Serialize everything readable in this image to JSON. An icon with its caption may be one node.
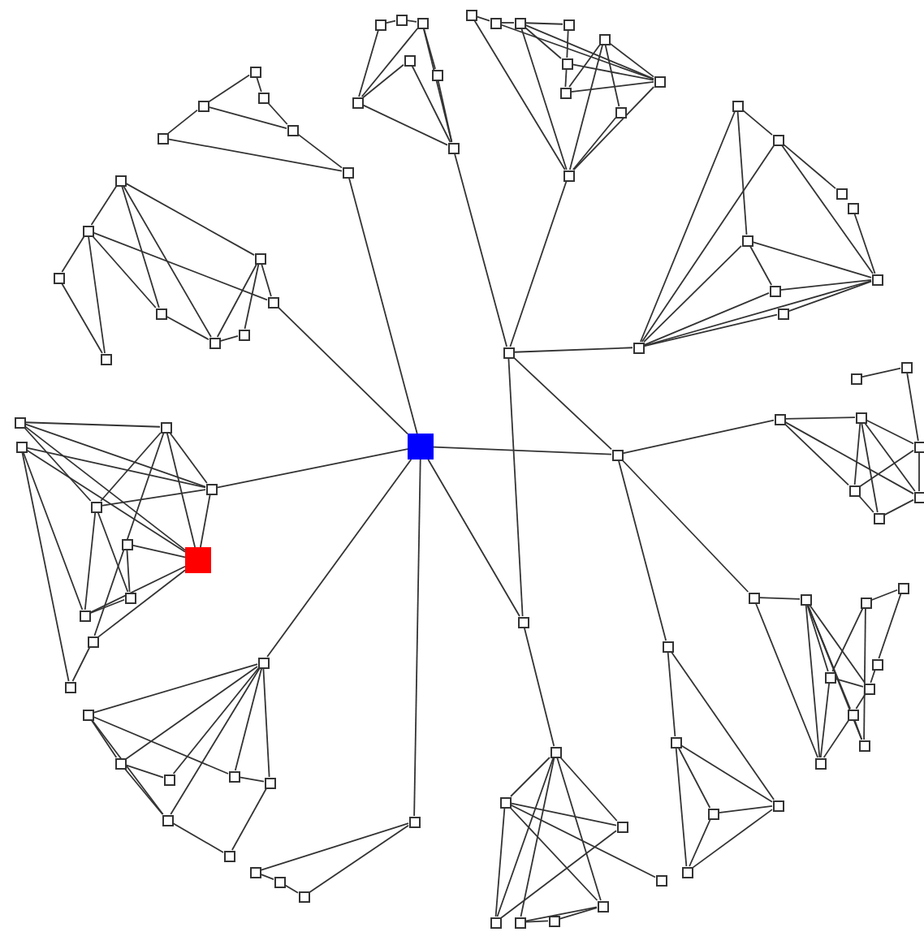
{
  "diagram": {
    "nodes": [
      {
        "text": [],
        "shape": "box"
      },
      {
        "text": [],
        "shape": "box"
      },
      {
        "text": [],
        "shape": "box"
      },
      {
        "text": [],
        "shape": "box"
      },
      {
        "text": [],
        "shape": "box"
      },
      {
        "text": [],
        "shape": "box"
      },
      {
        "text": [],
        "shape": "box"
      },
      {
        "text": [],
        "shape": "box"
      },
      {
        "text": [],
        "shape": "box"
      },
      {
        "text": [],
        "shape": "box"
      },
      {
        "text": [],
        "shape": "box"
      },
      {
        "text": [],
        "shape": "box"
      },
      {
        "text": [],
        "shape": "box"
      },
      {
        "text": [],
        "shape": "box"
      },
      {
        "text": [],
        "shape": "box"
      },
      {
        "text": [],
        "shape": "box"
      },
      {
        "text": [],
        "shape": "box"
      },
      {
        "text": [],
        "shape": "box"
      },
      {
        "text": [],
        "shape": "box"
      },
      {
        "text": [],
        "shape": "box"
      },
      {
        "text": [],
        "shape": "box"
      },
      {
        "text": [],
        "shape": "box"
      },
      {
        "text": [],
        "shape": "box"
      },
      {
        "text": [],
        "shape": "box"
      },
      {
        "text": [],
        "shape": "box"
      },
      {
        "text": [],
        "shape": "box"
      },
      {
        "text": [],
        "shape": "box"
      },
      {
        "text": [],
        "shape": "box"
      },
      {
        "text": [],
        "shape": "box"
      },
      {
        "text": [],
        "shape": "box"
      },
      {
        "text": [],
        "shape": "box"
      },
      {
        "text": [],
        "shape": "box"
      },
      {
        "text": [],
        "shape": "box"
      },
      {
        "text": [],
        "shape": "box"
      },
      {
        "text": [],
        "shape": "box"
      },
      {
        "text": [],
        "shape": "box"
      },
      {
        "text": [],
        "shape": "box"
      },
      {
        "text": [],
        "shape": "box"
      },
      {
        "text": [],
        "shape": "box"
      },
      {
        "text": [],
        "shape": "box"
      },
      {
        "text": [],
        "shape": "box"
      },
      {
        "text": [],
        "shape": "box"
      },
      {
        "text": [],
        "shape": "box"
      },
      {
        "text": [],
        "shape": "box"
      },
      {
        "text": [],
        "shape": "box"
      },
      {
        "text": [],
        "shape": "box"
      },
      {
        "text": [],
        "shape": "box"
      },
      {
        "text": [],
        "shape": "box"
      },
      {
        "text": [],
        "shape": "box"
      },
      {
        "text": [],
        "shape": "box"
      },
      {
        "text": [],
        "shape": "box"
      },
      {
        "text": [],
        "shape": "box"
      },
      {
        "text": [],
        "shape": "box"
      },
      {
        "text": [],
        "shape": "box"
      },
      {
        "text": [],
        "shape": "box"
      },
      {
        "text": [],
        "shape": "box"
      },
      {
        "text": [],
        "shape": "box"
      },
      {
        "text": [],
        "shape": "box"
      },
      {
        "text": [],
        "shape": "box"
      },
      {
        "text": [],
        "shape": "box"
      },
      {
        "text": [],
        "shape": "box"
      },
      {
        "text": [],
        "shape": "box"
      },
      {
        "text": [],
        "shape": "box"
      },
      {
        "text": [],
        "shape": "box"
      },
      {
        "text": [],
        "shape": "box"
      },
      {
        "text": [],
        "shape": "box"
      },
      {
        "text": [],
        "shape": "box"
      },
      {
        "text": [],
        "shape": "box"
      },
      {
        "text": [],
        "shape": "box"
      },
      {
        "text": [],
        "shape": "box"
      },
      {
        "text": [],
        "shape": "box"
      },
      {
        "text": [],
        "shape": "box"
      },
      {
        "text": [],
        "shape": "box"
      },
      {
        "text": [],
        "shape": "box"
      },
      {
        "text": [],
        "shape": "box"
      },
      {
        "text": [],
        "shape": "box"
      },
      {
        "text": [],
        "shape": "box"
      },
      {
        "text": [],
        "shape": "box"
      },
      {
        "text": [],
        "shape": "box"
      },
      {
        "text": [],
        "shape": "box"
      },
      {
        "text": [],
        "shape": "box"
      },
      {
        "text": [],
        "shape": "box"
      },
      {
        "text": [],
        "shape": "box"
      },
      {
        "text": [],
        "shape": "box"
      },
      {
        "text": [],
        "shape": "box"
      },
      {
        "text": [],
        "shape": "box"
      },
      {
        "text": [],
        "shape": "box"
      },
      {
        "text": [],
        "shape": "box"
      },
      {
        "text": [],
        "shape": "box"
      },
      {
        "text": [],
        "shape": "box"
      },
      {
        "text": [],
        "shape": "box"
      },
      {
        "text": [],
        "shape": "box"
      },
      {
        "text": [],
        "shape": "box"
      },
      {
        "text": [],
        "shape": "box"
      },
      {
        "text": [],
        "shape": "box"
      },
      {
        "text": [],
        "shape": "box"
      },
      {
        "text": [],
        "shape": "box"
      },
      {
        "text": [],
        "shape": "box"
      },
      {
        "text": [],
        "shape": "box"
      }
    ],
    "edges": [
      {
        "from": 0,
        "to": 2,
        "arrow": "none"
      },
      {
        "from": 0,
        "to": 1,
        "arrow": "none"
      },
      {
        "from": 1,
        "to": 4,
        "arrow": "none"
      },
      {
        "from": 4,
        "to": 5,
        "arrow": "none"
      },
      {
        "from": 2,
        "to": 3,
        "arrow": "none"
      },
      {
        "from": 2,
        "to": 4,
        "arrow": "none"
      },
      {
        "from": 3,
        "to": 5,
        "arrow": "none"
      },
      {
        "from": 5,
        "to": 50,
        "arrow": "none"
      },
      {
        "from": 11,
        "to": 6,
        "arrow": "none"
      },
      {
        "from": 11,
        "to": 8,
        "arrow": "none"
      },
      {
        "from": 11,
        "to": 9,
        "arrow": "none"
      },
      {
        "from": 11,
        "to": 12,
        "arrow": "none"
      },
      {
        "from": 6,
        "to": 7,
        "arrow": "none"
      },
      {
        "from": 7,
        "to": 8,
        "arrow": "none"
      },
      {
        "from": 8,
        "to": 10,
        "arrow": "none"
      },
      {
        "from": 8,
        "to": 12,
        "arrow": "none"
      },
      {
        "from": 9,
        "to": 12,
        "arrow": "none"
      },
      {
        "from": 10,
        "to": 12,
        "arrow": "none"
      },
      {
        "from": 12,
        "to": 23,
        "arrow": "none"
      },
      {
        "from": 13,
        "to": 14,
        "arrow": "none"
      },
      {
        "from": 13,
        "to": 22,
        "arrow": "none"
      },
      {
        "from": 14,
        "to": 15,
        "arrow": "none"
      },
      {
        "from": 15,
        "to": 16,
        "arrow": "none"
      },
      {
        "from": 15,
        "to": 20,
        "arrow": "none"
      },
      {
        "from": 15,
        "to": 22,
        "arrow": "none"
      },
      {
        "from": 16,
        "to": 18,
        "arrow": "none"
      },
      {
        "from": 15,
        "to": 18,
        "arrow": "none"
      },
      {
        "from": 17,
        "to": 20,
        "arrow": "none"
      },
      {
        "from": 17,
        "to": 21,
        "arrow": "none"
      },
      {
        "from": 17,
        "to": 22,
        "arrow": "none"
      },
      {
        "from": 18,
        "to": 20,
        "arrow": "none"
      },
      {
        "from": 18,
        "to": 19,
        "arrow": "none"
      },
      {
        "from": 19,
        "to": 20,
        "arrow": "none"
      },
      {
        "from": 19,
        "to": 17,
        "arrow": "none"
      },
      {
        "from": 22,
        "to": 20,
        "arrow": "none"
      },
      {
        "from": 22,
        "to": 21,
        "arrow": "none"
      },
      {
        "from": 14,
        "to": 20,
        "arrow": "none"
      },
      {
        "from": 22,
        "to": 23,
        "arrow": "none"
      },
      {
        "from": 23,
        "to": 32,
        "arrow": "none"
      },
      {
        "from": 23,
        "to": 51,
        "arrow": "none"
      },
      {
        "from": 23,
        "to": 63,
        "arrow": "none"
      },
      {
        "from": 24,
        "to": 25,
        "arrow": "none"
      },
      {
        "from": 24,
        "to": 28,
        "arrow": "none"
      },
      {
        "from": 24,
        "to": 32,
        "arrow": "none"
      },
      {
        "from": 25,
        "to": 29,
        "arrow": "none"
      },
      {
        "from": 25,
        "to": 26,
        "arrow": "none"
      },
      {
        "from": 25,
        "to": 32,
        "arrow": "none"
      },
      {
        "from": 27,
        "to": 29,
        "arrow": "none"
      },
      {
        "from": 28,
        "to": 29,
        "arrow": "none"
      },
      {
        "from": 28,
        "to": 30,
        "arrow": "none"
      },
      {
        "from": 28,
        "to": 32,
        "arrow": "none"
      },
      {
        "from": 29,
        "to": 30,
        "arrow": "none"
      },
      {
        "from": 29,
        "to": 31,
        "arrow": "none"
      },
      {
        "from": 29,
        "to": 32,
        "arrow": "none"
      },
      {
        "from": 31,
        "to": 32,
        "arrow": "none"
      },
      {
        "from": 30,
        "to": 32,
        "arrow": "none"
      },
      {
        "from": 33,
        "to": 34,
        "arrow": "none"
      },
      {
        "from": 33,
        "to": 37,
        "arrow": "none"
      },
      {
        "from": 33,
        "to": 38,
        "arrow": "none"
      },
      {
        "from": 33,
        "to": 40,
        "arrow": "none"
      },
      {
        "from": 34,
        "to": 35,
        "arrow": "none"
      },
      {
        "from": 34,
        "to": 36,
        "arrow": "none"
      },
      {
        "from": 34,
        "to": 37,
        "arrow": "none"
      },
      {
        "from": 34,
        "to": 41,
        "arrow": "none"
      },
      {
        "from": 35,
        "to": 36,
        "arrow": "none"
      },
      {
        "from": 37,
        "to": 38,
        "arrow": "none"
      },
      {
        "from": 38,
        "to": 39,
        "arrow": "none"
      },
      {
        "from": 38,
        "to": 40,
        "arrow": "none"
      },
      {
        "from": 39,
        "to": 40,
        "arrow": "none"
      },
      {
        "from": 40,
        "to": 41,
        "arrow": "none"
      },
      {
        "from": 41,
        "to": 50,
        "arrow": "none"
      },
      {
        "from": 42,
        "to": 43,
        "arrow": "none"
      },
      {
        "from": 43,
        "to": 46,
        "arrow": "none"
      },
      {
        "from": 44,
        "to": 45,
        "arrow": "none"
      },
      {
        "from": 44,
        "to": 47,
        "arrow": "none"
      },
      {
        "from": 44,
        "to": 48,
        "arrow": "none"
      },
      {
        "from": 45,
        "to": 46,
        "arrow": "none"
      },
      {
        "from": 45,
        "to": 47,
        "arrow": "none"
      },
      {
        "from": 45,
        "to": 49,
        "arrow": "none"
      },
      {
        "from": 45,
        "to": 48,
        "arrow": "none"
      },
      {
        "from": 46,
        "to": 47,
        "arrow": "none"
      },
      {
        "from": 46,
        "to": 48,
        "arrow": "none"
      },
      {
        "from": 48,
        "to": 49,
        "arrow": "none"
      },
      {
        "from": 47,
        "to": 49,
        "arrow": "none"
      },
      {
        "from": 51,
        "to": 44,
        "arrow": "none"
      },
      {
        "from": 50,
        "to": 51,
        "arrow": "none"
      },
      {
        "from": 50,
        "to": 63,
        "arrow": "none"
      },
      {
        "from": 50,
        "to": 55,
        "arrow": "none"
      },
      {
        "from": 50,
        "to": 79,
        "arrow": "none"
      },
      {
        "from": 50,
        "to": 95,
        "arrow": "none"
      },
      {
        "from": 52,
        "to": 54,
        "arrow": "none"
      },
      {
        "from": 52,
        "to": 55,
        "arrow": "none"
      },
      {
        "from": 52,
        "to": 58,
        "arrow": "none"
      },
      {
        "from": 52,
        "to": 56,
        "arrow": "none"
      },
      {
        "from": 53,
        "to": 55,
        "arrow": "none"
      },
      {
        "from": 53,
        "to": 58,
        "arrow": "none"
      },
      {
        "from": 53,
        "to": 60,
        "arrow": "none"
      },
      {
        "from": 53,
        "to": 62,
        "arrow": "none"
      },
      {
        "from": 54,
        "to": 55,
        "arrow": "none"
      },
      {
        "from": 54,
        "to": 58,
        "arrow": "none"
      },
      {
        "from": 54,
        "to": 56,
        "arrow": "none"
      },
      {
        "from": 54,
        "to": 61,
        "arrow": "none"
      },
      {
        "from": 56,
        "to": 55,
        "arrow": "none"
      },
      {
        "from": 56,
        "to": 59,
        "arrow": "none"
      },
      {
        "from": 56,
        "to": 60,
        "arrow": "none"
      },
      {
        "from": 57,
        "to": 58,
        "arrow": "none"
      },
      {
        "from": 57,
        "to": 59,
        "arrow": "none"
      },
      {
        "from": 59,
        "to": 60,
        "arrow": "none"
      },
      {
        "from": 58,
        "to": 60,
        "arrow": "none"
      },
      {
        "from": 58,
        "to": 61,
        "arrow": "none"
      },
      {
        "from": 55,
        "to": 58,
        "arrow": "none"
      },
      {
        "from": 61,
        "to": 62,
        "arrow": "none"
      },
      {
        "from": 51,
        "to": 64,
        "arrow": "none"
      },
      {
        "from": 51,
        "to": 74,
        "arrow": "none"
      },
      {
        "from": 63,
        "to": 87,
        "arrow": "none"
      },
      {
        "from": 64,
        "to": 65,
        "arrow": "none"
      },
      {
        "from": 64,
        "to": 73,
        "arrow": "none"
      },
      {
        "from": 65,
        "to": 69,
        "arrow": "none"
      },
      {
        "from": 65,
        "to": 70,
        "arrow": "none"
      },
      {
        "from": 65,
        "to": 71,
        "arrow": "none"
      },
      {
        "from": 65,
        "to": 72,
        "arrow": "none"
      },
      {
        "from": 66,
        "to": 67,
        "arrow": "none"
      },
      {
        "from": 66,
        "to": 72,
        "arrow": "none"
      },
      {
        "from": 66,
        "to": 69,
        "arrow": "none"
      },
      {
        "from": 67,
        "to": 68,
        "arrow": "none"
      },
      {
        "from": 68,
        "to": 70,
        "arrow": "none"
      },
      {
        "from": 69,
        "to": 70,
        "arrow": "none"
      },
      {
        "from": 69,
        "to": 73,
        "arrow": "none"
      },
      {
        "from": 71,
        "to": 73,
        "arrow": "none"
      },
      {
        "from": 71,
        "to": 72,
        "arrow": "none"
      },
      {
        "from": 70,
        "to": 71,
        "arrow": "none"
      },
      {
        "from": 65,
        "to": 73,
        "arrow": "none"
      },
      {
        "from": 74,
        "to": 75,
        "arrow": "none"
      },
      {
        "from": 74,
        "to": 77,
        "arrow": "none"
      },
      {
        "from": 75,
        "to": 76,
        "arrow": "none"
      },
      {
        "from": 75,
        "to": 77,
        "arrow": "none"
      },
      {
        "from": 75,
        "to": 78,
        "arrow": "none"
      },
      {
        "from": 76,
        "to": 77,
        "arrow": "none"
      },
      {
        "from": 76,
        "to": 78,
        "arrow": "none"
      },
      {
        "from": 77,
        "to": 78,
        "arrow": "none"
      },
      {
        "from": 79,
        "to": 80,
        "arrow": "none"
      },
      {
        "from": 79,
        "to": 81,
        "arrow": "none"
      },
      {
        "from": 79,
        "to": 82,
        "arrow": "none"
      },
      {
        "from": 79,
        "to": 83,
        "arrow": "none"
      },
      {
        "from": 79,
        "to": 84,
        "arrow": "none"
      },
      {
        "from": 79,
        "to": 85,
        "arrow": "none"
      },
      {
        "from": 80,
        "to": 81,
        "arrow": "none"
      },
      {
        "from": 80,
        "to": 83,
        "arrow": "none"
      },
      {
        "from": 80,
        "to": 85,
        "arrow": "none"
      },
      {
        "from": 81,
        "to": 82,
        "arrow": "none"
      },
      {
        "from": 81,
        "to": 85,
        "arrow": "none"
      },
      {
        "from": 83,
        "to": 84,
        "arrow": "none"
      },
      {
        "from": 84,
        "to": 86,
        "arrow": "none"
      },
      {
        "from": 85,
        "to": 86,
        "arrow": "none"
      },
      {
        "from": 87,
        "to": 88,
        "arrow": "none"
      },
      {
        "from": 87,
        "to": 89,
        "arrow": "none"
      },
      {
        "from": 87,
        "to": 91,
        "arrow": "none"
      },
      {
        "from": 87,
        "to": 92,
        "arrow": "none"
      },
      {
        "from": 87,
        "to": 93,
        "arrow": "none"
      },
      {
        "from": 88,
        "to": 89,
        "arrow": "none"
      },
      {
        "from": 88,
        "to": 90,
        "arrow": "none"
      },
      {
        "from": 88,
        "to": 92,
        "arrow": "none"
      },
      {
        "from": 89,
        "to": 92,
        "arrow": "none"
      },
      {
        "from": 91,
        "to": 93,
        "arrow": "none"
      },
      {
        "from": 93,
        "to": 94,
        "arrow": "none"
      },
      {
        "from": 94,
        "to": 91,
        "arrow": "none"
      },
      {
        "from": 88,
        "to": 91,
        "arrow": "none"
      },
      {
        "from": 95,
        "to": 96,
        "arrow": "none"
      },
      {
        "from": 95,
        "to": 98,
        "arrow": "none"
      },
      {
        "from": 96,
        "to": 97,
        "arrow": "none"
      },
      {
        "from": 97,
        "to": 98,
        "arrow": "none"
      }
    ]
  }
}
